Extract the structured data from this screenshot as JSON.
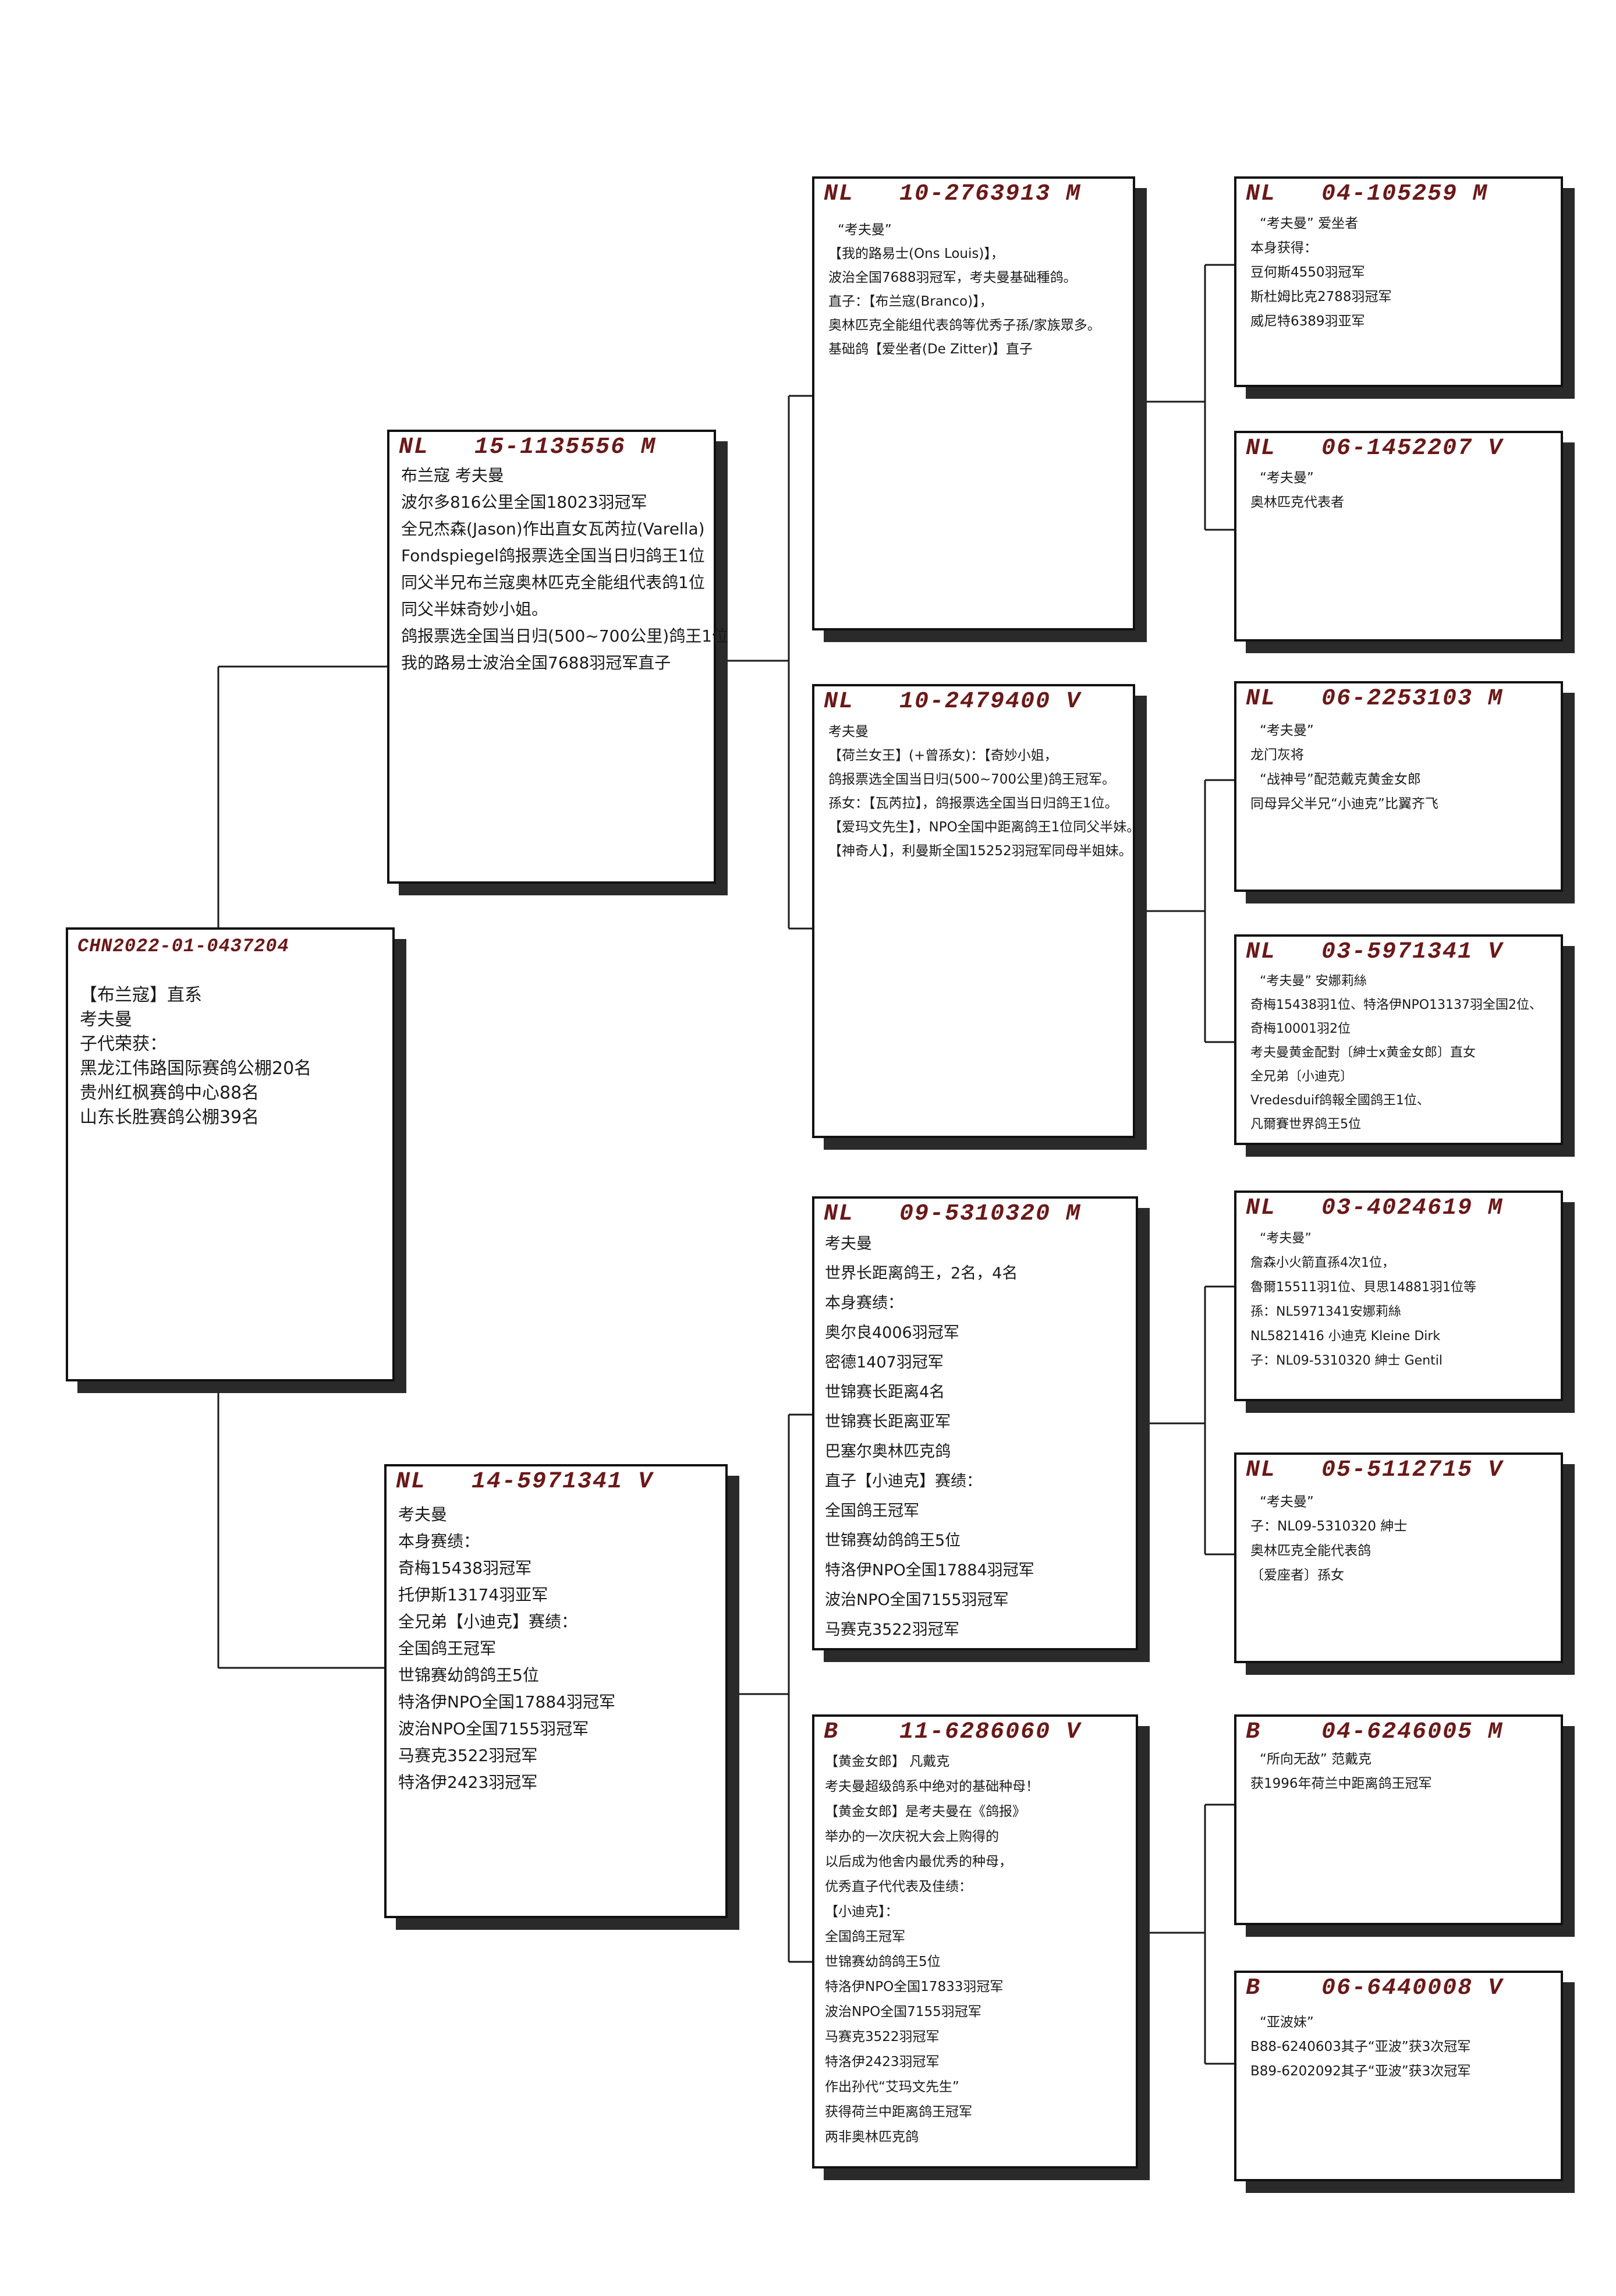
{
  "root": {
    "id": "CHN2022-01-0437204",
    "lines": [
      "",
      "【布兰寇】直系",
      "考夫曼",
      "子代荣获：",
      "黑龙江伟路国际赛鸽公棚20名",
      "贵州红枫赛鸽中心88名",
      "山东长胜赛鸽公棚39名"
    ]
  },
  "sire": {
    "id": "NL   15-1135556 M",
    "lines": [
      "布兰寇    考夫曼",
      "波尔多816公里全国18023羽冠军",
      "全兄杰森(Jason)作出直女瓦芮拉(Varella)",
      "Fondspiegel鸽报票选全国当日归鸽王1位",
      "同父半兄布兰寇奥林匹克全能组代表鸽1位",
      "同父半妹奇妙小姐。",
      "鸽报票选全国当日归(500~700公里)鸽王1位",
      "我的路易士波治全国7688羽冠军直子"
    ]
  },
  "dam": {
    "id": "NL   14-5971341 V",
    "lines": [
      "考夫曼",
      "本身赛绩：",
      "奇梅15438羽冠军",
      "托伊斯13174羽亚军",
      "全兄弟【小迪克】赛绩：",
      "全国鸽王冠军",
      "世锦赛幼鸽鸽王5位",
      "特洛伊NPO全国17884羽冠军",
      "波治NPO全国7155羽冠军",
      "马赛克3522羽冠军",
      "特洛伊2423羽冠军"
    ]
  },
  "sire_sire": {
    "id": "NL   10-2763913 M",
    "lines": [
      "“考夫曼”",
      "【我的路易士(Ons Louis)】，",
      "波治全国7688羽冠军，考夫曼基础種鸽。",
      "直子：【布兰寇(Branco)】，",
      "奥林匹克全能组代表鸽等优秀子孫/家族眾多。",
      "基础鸽【爱坐者(De Zitter)】直子"
    ]
  },
  "sire_dam": {
    "id": "NL   10-2479400 V",
    "lines": [
      "考夫曼",
      "【荷兰女王】(+曾孫女)：【奇妙小姐，",
      "鸽报票选全国当日归(500~700公里)鸽王冠军。",
      "孫女：【瓦芮拉】，鸽报票选全国当日归鸽王1位。",
      "【爱玛文先生】，NPO全国中距离鸽王1位同父半妹。",
      "【神奇人】，利曼斯全国15252羽冠军同母半姐妹。"
    ]
  },
  "dam_sire": {
    "id": "NL   09-5310320 M",
    "lines": [
      "考夫曼",
      "世界长距离鸽王，2名，4名",
      "本身赛绩：",
      "奥尔良4006羽冠军",
      "密德1407羽冠军",
      "世锦赛长距离4名",
      "世锦赛长距离亚军",
      "巴塞尔奥林匹克鸽",
      "直子【小迪克】赛绩：",
      "全国鸽王冠军",
      "世锦赛幼鸽鸽王5位",
      "特洛伊NPO全国17884羽冠军",
      "波治NPO全国7155羽冠军",
      "马赛克3522羽冠军"
    ]
  },
  "dam_dam": {
    "id": "B    11-6286060 V",
    "lines": [
      "【黄金女郎】     凡戴克",
      "考夫曼超级鸽系中绝对的基础种母！",
      "【黄金女郎】是考夫曼在《鸽报》",
      "举办的一次庆祝大会上购得的",
      "以后成为他舍内最优秀的种母，",
      "优秀直子代代表及佳绩：",
      "【小迪克】：",
      "全国鸽王冠军",
      "世锦赛幼鸽鸽王5位",
      "特洛伊NPO全国17833羽冠军",
      "波治NPO全国7155羽冠军",
      "马赛克3522羽冠军",
      "特洛伊2423羽冠军",
      "作出孙代“艾玛文先生”",
      "获得荷兰中距离鸽王冠军",
      "两非奥林匹克鸽"
    ]
  },
  "ss_sire": {
    "id": "NL   04-105259 M",
    "lines": [
      "“考夫曼”  爱坐者",
      "本身获得：",
      "豆何斯4550羽冠军",
      "斯杜姆比克2788羽冠军",
      "威尼特6389羽亚军"
    ]
  },
  "ss_dam": {
    "id": "NL   06-1452207 V",
    "lines": [
      "“考夫曼”",
      "奥林匹克代表者"
    ]
  },
  "sd_sire": {
    "id": "NL   06-2253103 M",
    "lines": [
      "“考夫曼”",
      "龙门灰将",
      "“战神号”配范戴克黄金女郎",
      "同母异父半兄“小迪克”比翼齐飞"
    ]
  },
  "sd_dam": {
    "id": "NL   03-5971341 V",
    "lines": [
      "“考夫曼”  安娜莉絲",
      "奇梅15438羽1位、特洛伊NPO13137羽全国2位、",
      "奇梅10001羽2位",
      "考夫曼黄金配對〔紳士x黄金女郎〕直女",
      "全兄弟〔小迪克〕",
      "Vredesduif鸽報全國鸽王1位、",
      "凡爾賽世界鸽王5位"
    ]
  },
  "ds_sire": {
    "id": "NL   03-4024619 M",
    "lines": [
      "“考夫曼”",
      "詹森小火箭直孫4次1位，",
      "魯爾15511羽1位、貝思14881羽1位等",
      "孫：NL5971341安娜莉絲",
      "NL5821416 小迪克 Kleine Dirk",
      "子：NL09-5310320 紳士 Gentil"
    ]
  },
  "ds_dam": {
    "id": "NL   05-5112715 V",
    "lines": [
      "“考夫曼”",
      "子：NL09-5310320 紳士",
      "奥林匹克全能代表鸽",
      "〔爱座者〕孫女"
    ]
  },
  "dd_sire": {
    "id": "B    04-6246005 M",
    "lines": [
      "“所向无敌” 范戴克",
      "获1996年荷兰中距离鸽王冠军"
    ]
  },
  "dd_dam": {
    "id": "B    06-6440008 V",
    "lines": [
      "“亚波妹”",
      "B88-6240603其子“亚波”获3次冠军",
      "B89-6202092其子“亚波”获3次冠军"
    ]
  }
}
